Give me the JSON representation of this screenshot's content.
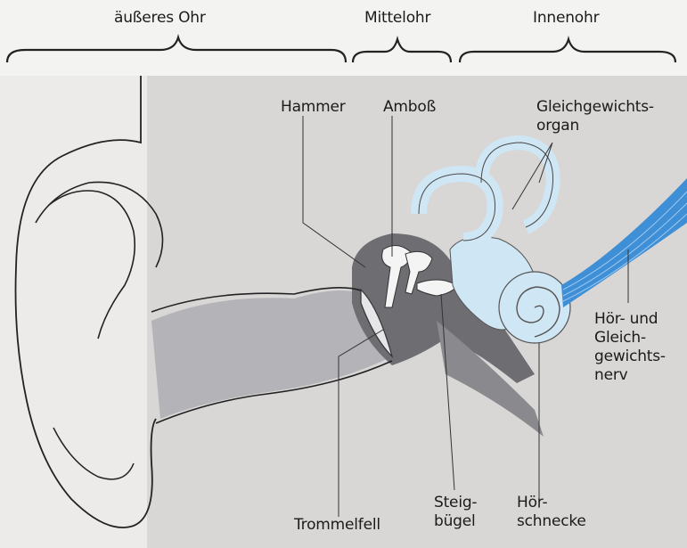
{
  "sections": {
    "outer": "äußeres Ohr",
    "middle": "Mittelohr",
    "inner": "Innenohr"
  },
  "labels": {
    "hammer": "Hammer",
    "amboss": "Amboß",
    "gleichgewicht_1": "Gleichgewichts-",
    "gleichgewicht_2": "organ",
    "nerv_1": "Hör- und",
    "nerv_2": "Gleich-",
    "nerv_3": "gewichts-",
    "nerv_4": "nerv",
    "trommelfell": "Trommelfell",
    "steig_1": "Steig-",
    "steig_2": "bügel",
    "hoer_1": "Hör-",
    "hoer_2": "schnecke"
  },
  "colors": {
    "background": "#f3f3f2",
    "canal": "#7d7c80",
    "canal_light": "#a9a8ad",
    "inner_ear": "#cfe6f4",
    "nerve": "#3f8fd6"
  }
}
